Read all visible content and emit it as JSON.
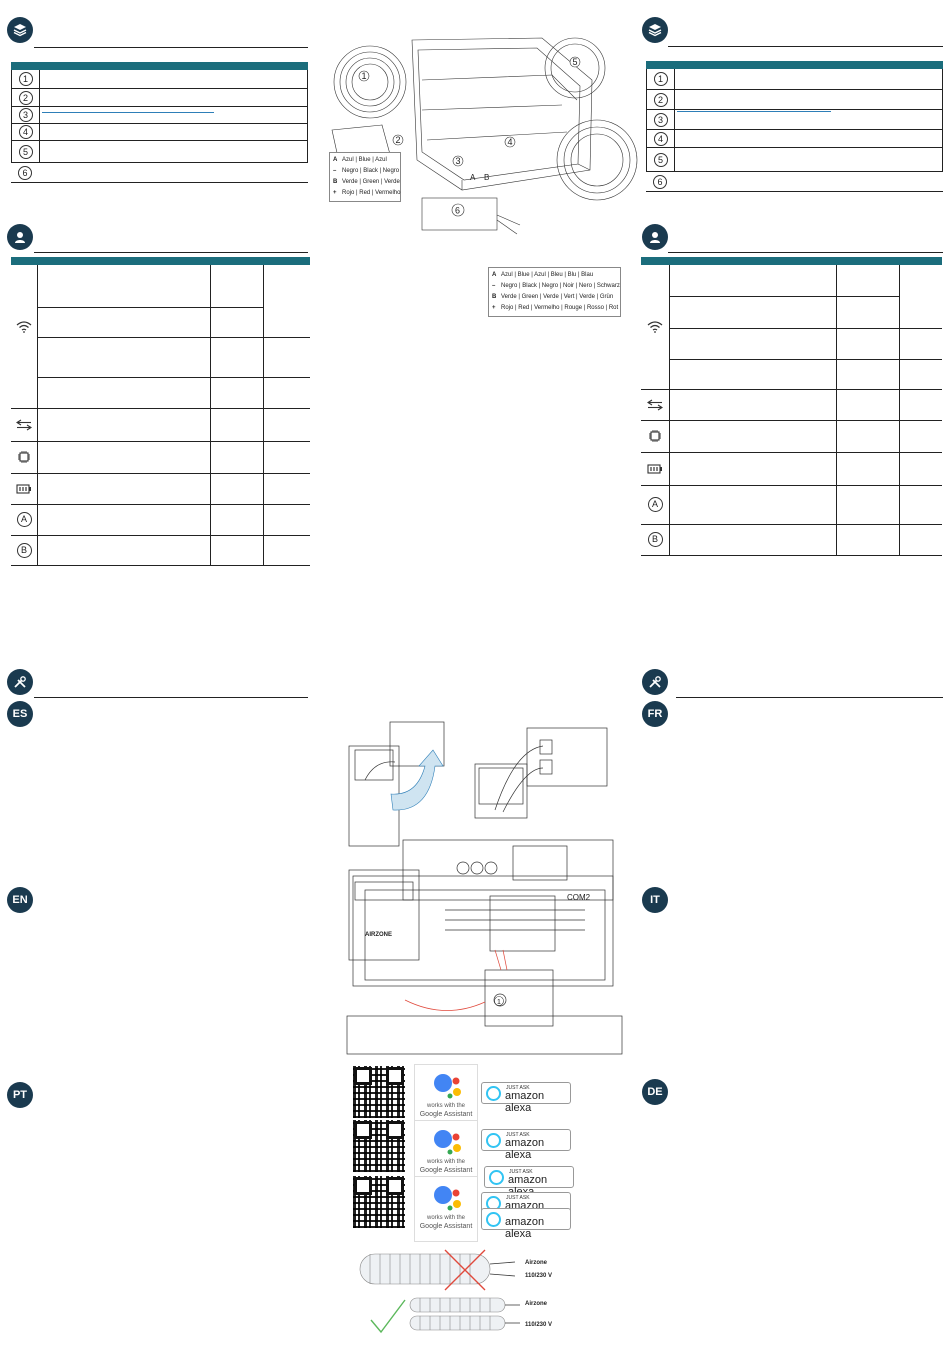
{
  "colors": {
    "header_bar": "#1b6d7c",
    "icon_bg": "#1a3a4f",
    "accent_blue": "#2e7fb8",
    "cross_red": "#e0493c",
    "check_green": "#5cb85c"
  },
  "legend_small": {
    "items": [
      {
        "glyph": "A",
        "text": "Azul | Blue | Azul"
      },
      {
        "glyph": "–",
        "text": "Negro | Black | Negro"
      },
      {
        "glyph": "B",
        "text": "Verde | Green | Verde"
      },
      {
        "glyph": "+",
        "text": "Rojo | Red | Vermelho"
      }
    ]
  },
  "legend_large": {
    "items": [
      {
        "glyph": "A",
        "text": "Azul | Blue | Azul | Bleu | Blu | Blau"
      },
      {
        "glyph": "–",
        "text": "Negro | Black | Negro | Noir | Nero | Schwarz"
      },
      {
        "glyph": "B",
        "text": "Verde | Green | Verde | Vert | Verde | Grün"
      },
      {
        "glyph": "+",
        "text": "Rojo | Red | Vermelho | Rouge | Rosso | Rot"
      }
    ]
  },
  "part_numbers": [
    "1",
    "2",
    "3",
    "4",
    "5",
    "6"
  ],
  "callouts": {
    "c1": "1",
    "c2": "2",
    "c3": "3",
    "c4": "4",
    "c5": "5",
    "c6": "6",
    "ca": "A",
    "cb": "B"
  },
  "languages": {
    "es": "ES",
    "en": "EN",
    "pt": "PT",
    "fr": "FR",
    "it": "IT",
    "de": "DE"
  },
  "diagram": {
    "com_label": "COM2",
    "brand": "AIRZONE"
  },
  "voice": {
    "ga_line1": "works with the",
    "ga_line2": "Google Assistant",
    "alexa_small": "JUST ASK",
    "alexa_big": "amazon alexa"
  },
  "cables": {
    "label_airzone": "Airzone",
    "label_voltage": "110/230 V"
  },
  "spec_icons": {
    "wifi": "wifi-icon",
    "arrows": "transfer-arrows-icon",
    "chip": "chip-icon",
    "battery": "battery-icon",
    "a": "A",
    "b": "B"
  }
}
